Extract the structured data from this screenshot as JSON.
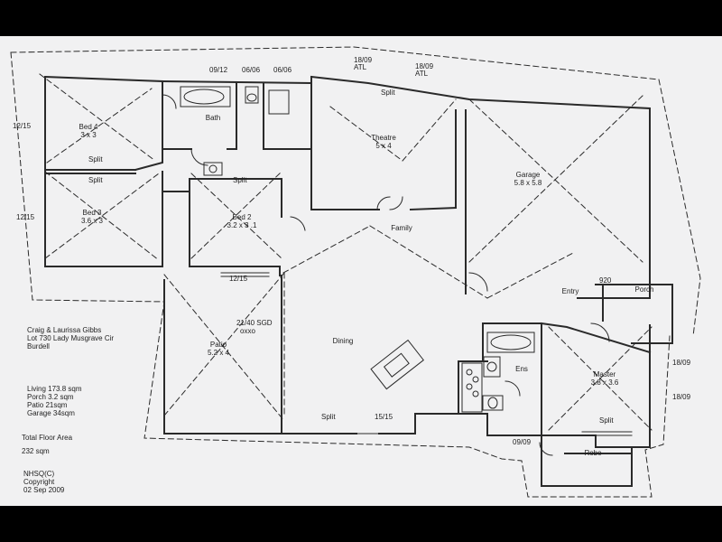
{
  "rooms": {
    "bed4": {
      "name": "Bed 4",
      "size": "3 x 3"
    },
    "bath": {
      "name": "Bath"
    },
    "theatre": {
      "name": "Theatre",
      "size": "5 x 4"
    },
    "garage": {
      "name": "Garage",
      "size": "5.8 x 5.8"
    },
    "bed3": {
      "name": "Bed 3",
      "size": "3.6 x 3"
    },
    "bed2": {
      "name": "Bed 2",
      "size": "3.2 x 3 .1"
    },
    "family": {
      "name": "Family"
    },
    "entry": {
      "name": "Entry"
    },
    "porch": {
      "name": "Porch"
    },
    "patio": {
      "name": "Patio",
      "size": "5.2 x 4"
    },
    "dining": {
      "name": "Dining"
    },
    "ens": {
      "name": "Ens"
    },
    "master": {
      "name": "Master",
      "size": "3.8 x 3.6"
    },
    "robe": {
      "name": "Robe"
    }
  },
  "plan_labels": {
    "split": "Split",
    "atl": "ATL",
    "pitch_18_09": "18/09",
    "pitch_12_15": "12/15",
    "pitch_09_12": "09/12",
    "pitch_06_06": "06/06",
    "pitch_15_15": "15/15",
    "pitch_09_09": "09/09",
    "door_920": "920",
    "sgd": "21/40 SGD",
    "oxxo": "oxxo"
  },
  "client": {
    "names": "Craig & Laurissa Gibbs",
    "lot": "Lot 730 Lady Musgrave Cir",
    "suburb": "Burdell"
  },
  "areas": {
    "living": "Living 173.8 sqm",
    "porch": "Porch 3.2 sqm",
    "patio": "Patio 21sqm",
    "garage": "Garage 34sqm"
  },
  "total": {
    "label": "Total Floor Area",
    "value": "232 sqm"
  },
  "copyright": {
    "line1": "NHSQ(C)",
    "line2": "Copyright",
    "line3": "02 Sep 2009"
  },
  "colors": {
    "sheet": "#f1f1f2",
    "ink": "#2a2a2a",
    "border": "#000000"
  }
}
